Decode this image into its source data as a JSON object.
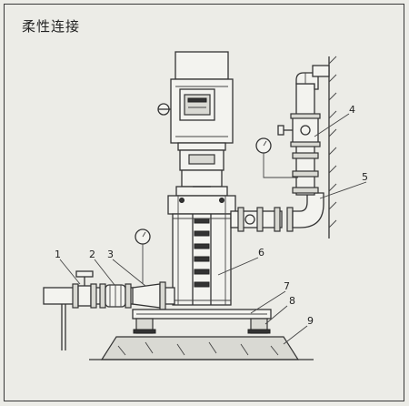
{
  "title": "柔性连接",
  "callouts": [
    {
      "num": "1"
    },
    {
      "num": "2"
    },
    {
      "num": "3"
    },
    {
      "num": "4"
    },
    {
      "num": "5"
    },
    {
      "num": "6"
    },
    {
      "num": "7"
    },
    {
      "num": "8"
    },
    {
      "num": "9"
    }
  ]
}
